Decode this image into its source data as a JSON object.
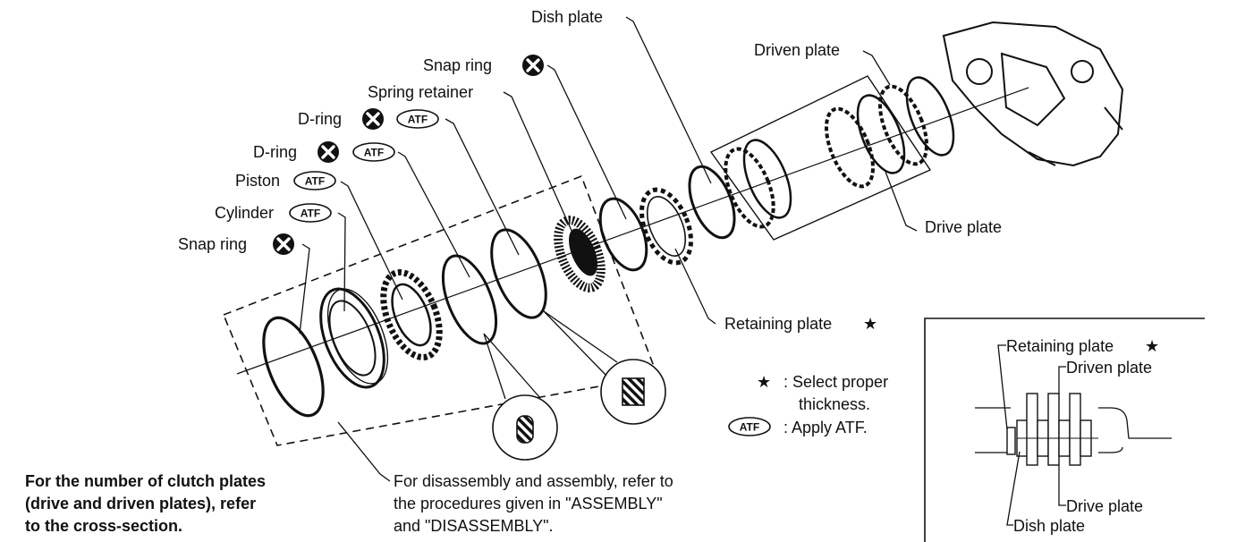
{
  "labels": {
    "dish_plate": "Dish plate",
    "driven_plate": "Driven plate",
    "snap_ring_top": "Snap ring",
    "spring_retainer": "Spring retainer",
    "d_ring_1": "D-ring",
    "d_ring_2": "D-ring",
    "piston": "Piston",
    "cylinder": "Cylinder",
    "snap_ring_left": "Snap ring",
    "drive_plate": "Drive plate",
    "retaining_plate": "Retaining plate"
  },
  "badge_text": "ATF",
  "legend": {
    "star_line1": ": Select proper",
    "star_line2": "thickness.",
    "atf_text": ": Apply ATF."
  },
  "notes": {
    "clutch_note_line1": "For the number of clutch plates",
    "clutch_note_line2": "(drive and driven plates), refer",
    "clutch_note_line3": "to the cross-section.",
    "disassembly_line1": "For disassembly and assembly, refer to",
    "disassembly_line2": "the procedures given in \"ASSEMBLY\"",
    "disassembly_line3": "and \"DISASSEMBLY\"."
  },
  "inset": {
    "retaining_plate": "Retaining plate",
    "driven_plate": "Driven plate",
    "drive_plate": "Drive plate",
    "dish_plate": "Dish plate"
  },
  "symbols": {
    "star": "star-icon",
    "do_not_reuse": "x-circle-icon",
    "atf": "atf-badge"
  }
}
